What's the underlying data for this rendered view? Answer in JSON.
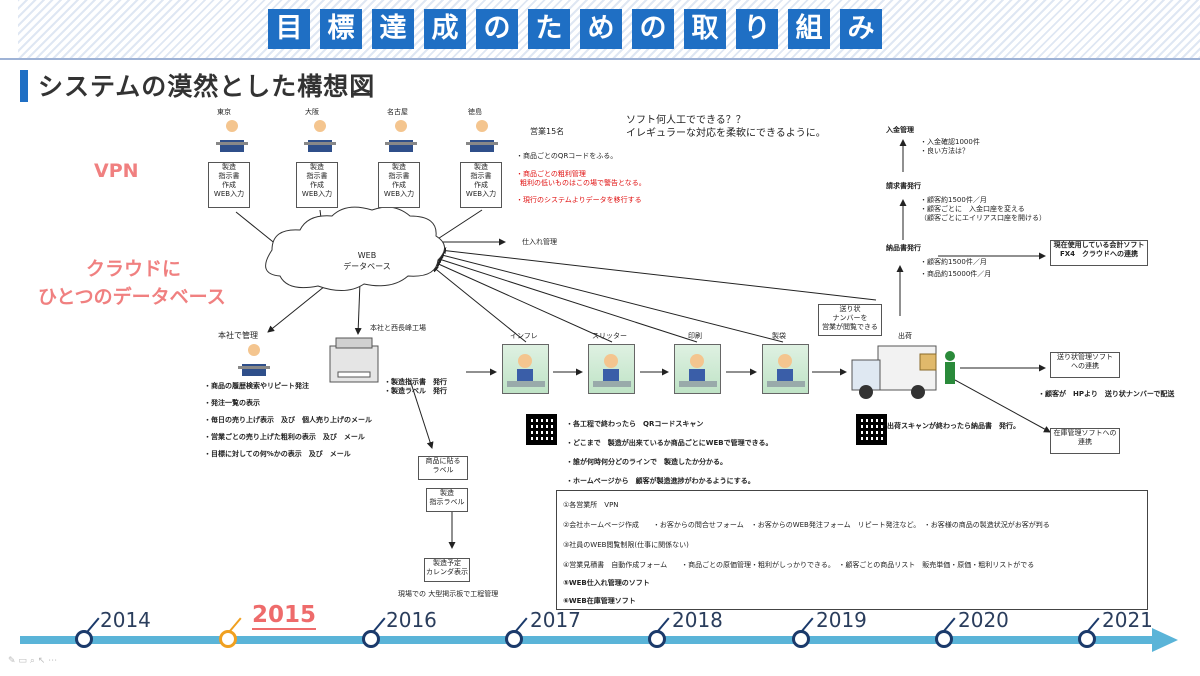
{
  "banner": {
    "chars": [
      "目",
      "標",
      "達",
      "成",
      "の",
      "た",
      "め",
      "の",
      "取",
      "り",
      "組",
      "み"
    ]
  },
  "section_title": "システムの漠然とした構想図",
  "left_labels": {
    "vpn": "VPN",
    "cloud_line1": "クラウドに",
    "cloud_line2": "ひとつのデータベース"
  },
  "sites": [
    {
      "name": "東京",
      "box": [
        "製造",
        "指示書",
        "作成",
        "WEB入力"
      ]
    },
    {
      "name": "大阪",
      "box": [
        "製造",
        "指示書",
        "作成",
        "WEB入力"
      ]
    },
    {
      "name": "名古屋",
      "box": [
        "製造",
        "指示書",
        "作成",
        "WEB入力"
      ]
    },
    {
      "name": "徳島",
      "box": [
        "製造",
        "指示書",
        "作成",
        "WEB入力"
      ]
    }
  ],
  "sales_count": "営業15名",
  "sales_notes": {
    "n1": "・商品ごとのQRコードをふる。",
    "n2": "・商品ごとの粗利管理",
    "n2b": "粗利の低いものはこの場で警告となる。",
    "n3": "・現行のシステムよりデータを移行する"
  },
  "top_question": {
    "l1": "ソフト何人工でできる？？",
    "l2": "イレギュラーな対応を柔軟にできるように。"
  },
  "cloud": {
    "l1": "WEB",
    "l2": "データベース"
  },
  "purchase_box": "仕入れ管理",
  "hq": {
    "label": "本社で管理",
    "items": [
      "・商品の履歴検索やリピート発注",
      "・発注一覧の表示",
      "・毎日の売り上げ表示　及び　個人売り上げのメール",
      "・営業ごとの売り上げた粗利の表示　及び　メール",
      "・目標に対しての何%かの表示　及び　メール"
    ]
  },
  "factory": {
    "label": "本社と西長峰工場",
    "printer_l1": "・製造指示書　発行",
    "printer_l2": "・製造ラベル　発行",
    "label_box1": [
      "商品に貼る",
      "ラベル"
    ],
    "label_box2": [
      "製造",
      "指示ラベル"
    ],
    "calendar_box": [
      "製造予定",
      "カレンダ表示"
    ],
    "board_note": "現場での 大型掲示板で工程管理"
  },
  "process": {
    "steps": [
      "インフレ",
      "スリッター",
      "印刷",
      "製袋"
    ],
    "notes": [
      "・各工程で終わったら　QRコードスキャン",
      "・どこまで　製造が出来ているか商品ごとにWEBで管理できる。",
      "・誰が何時何分どのラインで　製造したか分かる。",
      "・ホームページから　顧客が製造進捗がわかるようにする。"
    ]
  },
  "shipping": {
    "label": "出荷",
    "tracking_box": [
      "送り状",
      "ナンバーを",
      "営業が閲覧できる"
    ],
    "scan_note": "・出荷スキャンが終わったら納品書　発行。",
    "customer_note": "・顧客が　HPより　送り状ナンバーで配送"
  },
  "billing": {
    "payment_title": "入金管理",
    "payment_notes": [
      "・入金確認1000件",
      "・良い方法は？"
    ],
    "invoice_title": "請求書発行",
    "invoice_notes": [
      "・顧客約1500件／月",
      "・顧客ごとに　入金口座を変える",
      "（顧客ごとにエイリアス口座を開ける）"
    ],
    "delivery_title": "納品書発行",
    "delivery_notes": [
      "・顧客約1500件／月",
      "・商品約15000件／月"
    ]
  },
  "right_boxes": {
    "accounting": [
      "現在使用している会計ソフト",
      "FX4　クラウドへの連携"
    ],
    "tracking_soft": [
      "送り状管理ソフト",
      "への連携"
    ],
    "inventory_soft": [
      "在庫管理ソフトへの",
      "連携"
    ]
  },
  "summary": [
    "①各営業所　VPN",
    "②会社ホームページ作成　　・お客からの問合せフォーム　・お客からのWEB発注フォーム　リピート発注など。　・お客様の商品の製造状況がお客が判る",
    "③社員のWEB閲覧制限(仕事に関係ない)",
    "④営業見積書　自動作成フォーム　　・商品ごとの原価管理・粗利がしっかりできる。　・顧客ごとの商品リスト　販売単価・原価・粗利リストがでる",
    "⑤WEB仕入れ管理のソフト",
    "⑥WEB在庫管理ソフト"
  ],
  "timeline": {
    "years": [
      "2014",
      "2015",
      "2016",
      "2017",
      "2018",
      "2019",
      "2020",
      "2021"
    ],
    "current": "2015"
  },
  "colors": {
    "accent": "#1f6fc4",
    "highlight": "#ee6b6b",
    "timeline": "#5ab4d8"
  }
}
